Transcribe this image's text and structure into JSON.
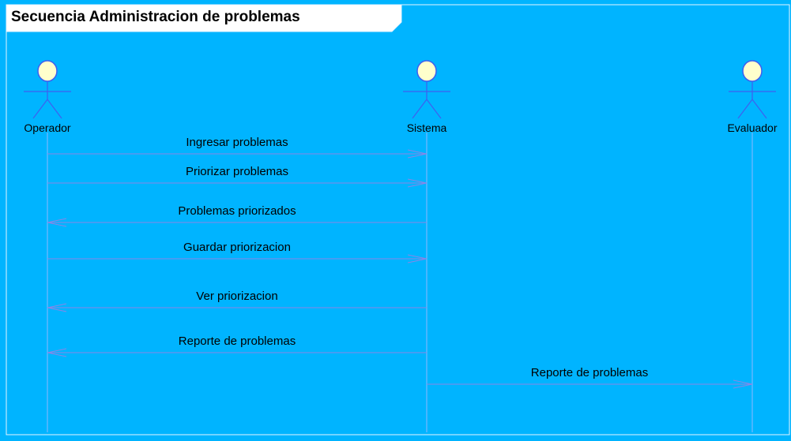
{
  "diagram": {
    "title": "Secuencia Administracion de problemas",
    "colors": {
      "background": "#00B4FF",
      "frame": "#E6F3FF",
      "tab_fill": "#FFFFFF",
      "actor_head_fill": "#FFFFCC",
      "actor_line": "#3F5FEF",
      "lifeline": "#8FB8FF",
      "message_line": "#8A86E6",
      "text": "#000000"
    },
    "actors": [
      {
        "id": "operador",
        "name": "Operador",
        "icon": "actor-stick-figure-icon"
      },
      {
        "id": "sistema",
        "name": "Sistema",
        "icon": "actor-stick-figure-icon"
      },
      {
        "id": "evaluador",
        "name": "Evaluador",
        "icon": "actor-stick-figure-icon"
      }
    ],
    "messages": [
      {
        "from": "operador",
        "to": "sistema",
        "label": "Ingresar problemas"
      },
      {
        "from": "operador",
        "to": "sistema",
        "label": "Priorizar problemas"
      },
      {
        "from": "sistema",
        "to": "operador",
        "label": "Problemas priorizados"
      },
      {
        "from": "operador",
        "to": "sistema",
        "label": "Guardar priorizacion"
      },
      {
        "from": "sistema",
        "to": "operador",
        "label": "Ver priorizacion"
      },
      {
        "from": "sistema",
        "to": "operador",
        "label": "Reporte de problemas"
      },
      {
        "from": "sistema",
        "to": "evaluador",
        "label": "Reporte de problemas"
      }
    ]
  }
}
